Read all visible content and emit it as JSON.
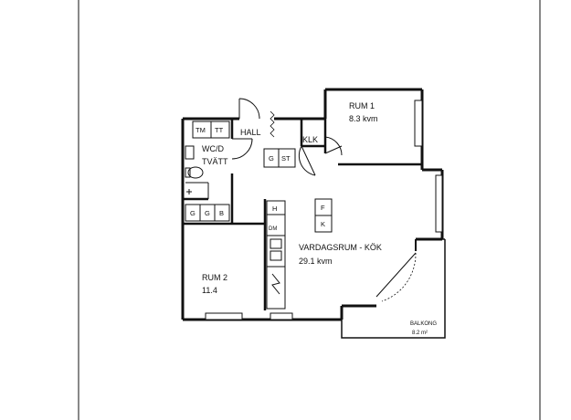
{
  "rooms": {
    "rum1": {
      "name": "RUM 1",
      "area": "8.3 kvm"
    },
    "hall": {
      "name": "HALL"
    },
    "klk": {
      "name": "KLK"
    },
    "wc": {
      "name": "WC/D",
      "sub": "TVÄTT"
    },
    "rum2": {
      "name": "RUM 2",
      "area": "11.4"
    },
    "vardagsrum": {
      "name": "VARDAGSRUM - KÖK",
      "area": "29.1 kvm"
    },
    "balkong": {
      "name": "BALKONG",
      "area": "8.2 m²"
    }
  },
  "fixtures": {
    "tm": "TM",
    "tt": "TT",
    "g": "G",
    "st": "ST",
    "f": "F",
    "k": "K",
    "h": "H",
    "dm": "DM",
    "b": "B"
  }
}
